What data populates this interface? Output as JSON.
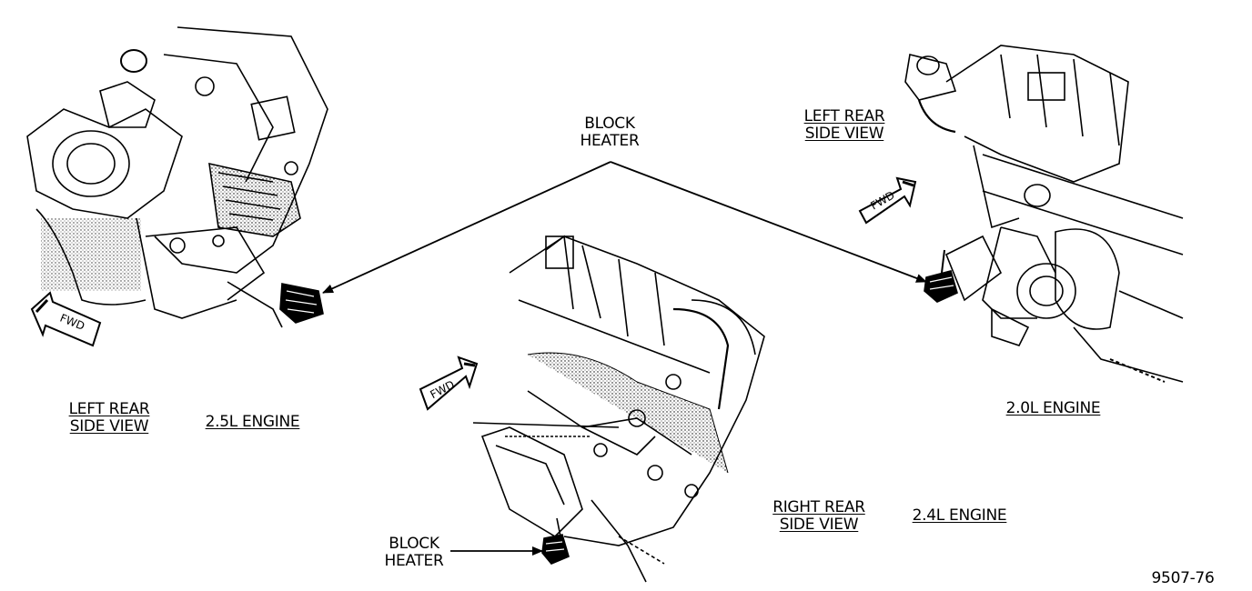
{
  "labels": {
    "block_heater_top": [
      "BLOCK",
      "HEATER"
    ],
    "block_heater_bottom": [
      "BLOCK",
      "HEATER"
    ],
    "left_view_25": [
      "LEFT REAR",
      "SIDE VIEW"
    ],
    "engine_25": "2.5L ENGINE",
    "left_view_20": [
      "LEFT REAR",
      "SIDE VIEW"
    ],
    "engine_20": "2.0L ENGINE",
    "right_view_24": [
      "RIGHT REAR",
      "SIDE VIEW"
    ],
    "engine_24": "2.4L ENGINE",
    "fwd": "FWD",
    "figure_number": "9507-76"
  },
  "colors": {
    "ink": "#000000",
    "paper": "#ffffff"
  }
}
